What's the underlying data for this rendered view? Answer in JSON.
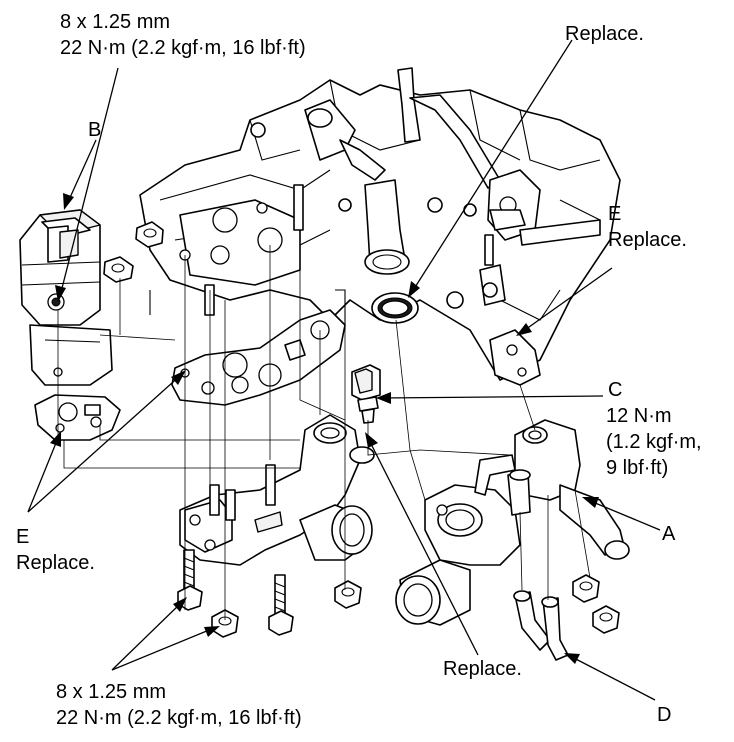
{
  "callouts": {
    "bolt_spec_top": {
      "size": "8 x 1.25 mm",
      "torque": "22 N·m (2.2 kgf·m, 16 lbf·ft)"
    },
    "label_b": "B",
    "replace_top": "Replace.",
    "e_right": {
      "letter": "E",
      "note": "Replace."
    },
    "c_sensor": {
      "letter": "C",
      "line1": "12 N·m",
      "line2": "(1.2 kgf·m,",
      "line3": "9 lbf·ft)"
    },
    "label_a": "A",
    "e_left": {
      "letter": "E",
      "note": "Replace."
    },
    "replace_bottom": "Replace.",
    "bolt_spec_bottom": {
      "size": "8 x 1.25 mm",
      "torque": "22 N·m (2.2 kgf·m, 16 lbf·ft)"
    },
    "label_d": "D"
  }
}
